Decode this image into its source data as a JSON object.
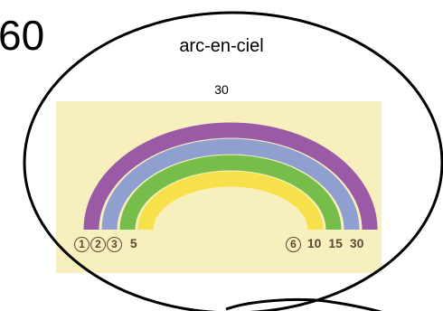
{
  "partial_number": "60",
  "bubble": {
    "title": "arc-en-ciel",
    "number": "30"
  },
  "rainbow": {
    "arc_colors": [
      "#9b5aa5",
      "#8f9fd0",
      "#76bd4a",
      "#f7e14a"
    ],
    "panel_color": "#f8efbf",
    "left_scale": [
      "1",
      "2",
      "3",
      "5"
    ],
    "right_scale": [
      "6",
      "10",
      "15",
      "30"
    ]
  }
}
